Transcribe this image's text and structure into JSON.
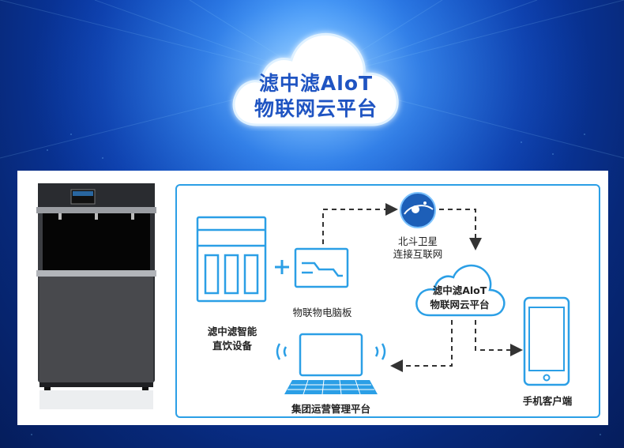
{
  "hero": {
    "title_line1": "滤中滤AloT",
    "title_line2": "物联网云平台"
  },
  "diagram": {
    "device_label_line1": "滤中滤智能",
    "device_label_line2": "直饮设备",
    "iot_board_label": "物联物电脑板",
    "satellite_label_line1": "北斗卫星",
    "satellite_label_line2": "连接互联网",
    "cloud_label_line1": "滤中滤AloT",
    "cloud_label_line2": "物联网云平台",
    "mgmt_label": "集团运营管理平台",
    "mobile_label": "手机客户端"
  },
  "colors": {
    "accent": "#2b9fe6",
    "dark_dash": "#333333",
    "bg_blue": "#0a3aa8"
  }
}
